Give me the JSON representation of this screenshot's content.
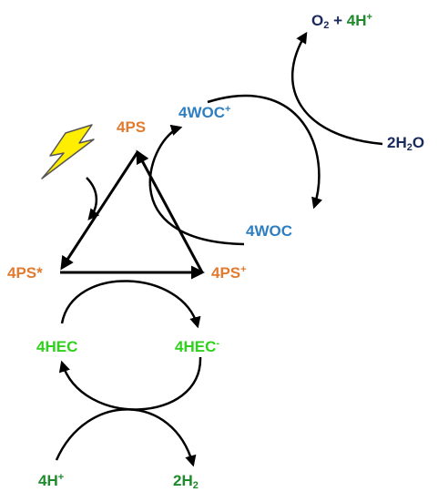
{
  "colors": {
    "ps": "#e07b30",
    "woc": "#2e7fc1",
    "hec": "#2ed11c",
    "h_dark": "#1e8a2c",
    "navy": "#1a2a5e",
    "black": "#000000",
    "bolt_fill": "#ffee00",
    "bolt_stroke": "#555555"
  },
  "icons": {
    "light": "lightning-bolt-icon"
  },
  "labels": {
    "ps_top": "4PS",
    "ps_star": {
      "main": "4PS",
      "mark": "*"
    },
    "ps_plus": {
      "main": "4PS",
      "sup": "+"
    },
    "woc_plus": {
      "main": "4WOC",
      "sup": "+"
    },
    "woc": "4WOC",
    "hec": "4HEC",
    "hec_minus": {
      "main": "4HEC",
      "sup": "-"
    },
    "o2": {
      "main": "O",
      "sub": "2"
    },
    "plus_op": "+",
    "four_h_top": {
      "main": "4H",
      "sup": "+"
    },
    "water": {
      "pre": "2H",
      "sub": "2",
      "post": "O"
    },
    "four_h_bottom": {
      "main": "4H",
      "sup": "+"
    },
    "hydrogen": {
      "main": "2H",
      "sub": "2"
    }
  }
}
